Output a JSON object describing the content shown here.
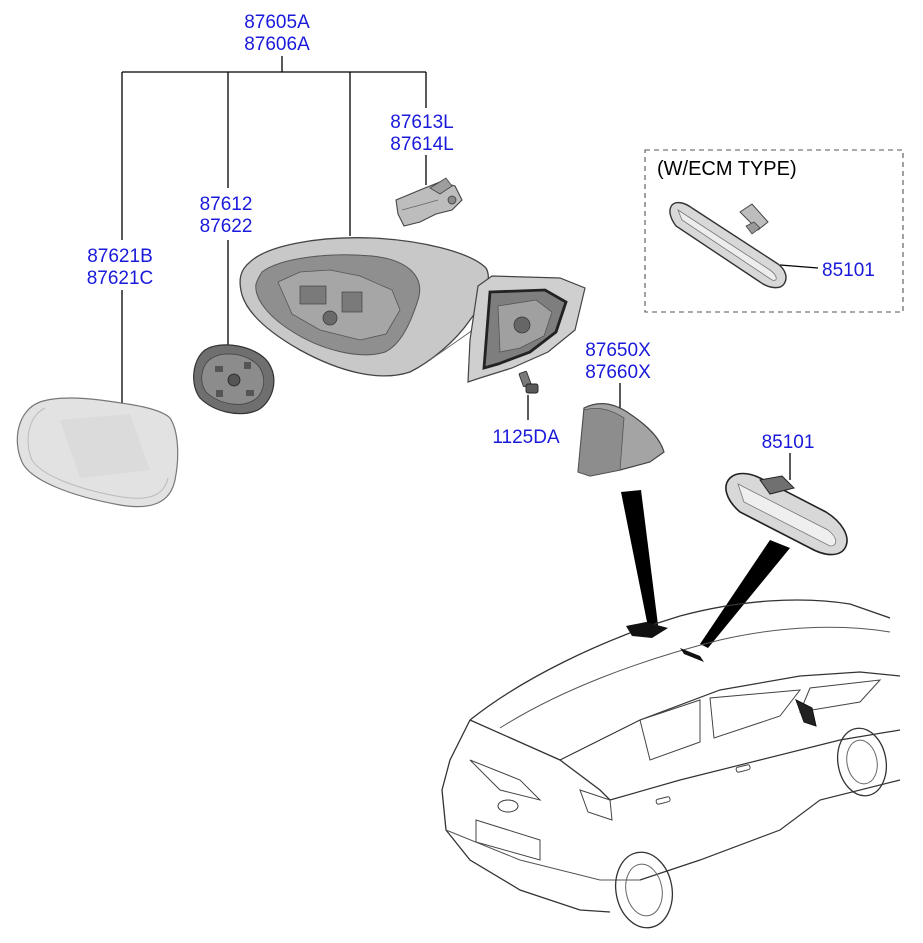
{
  "colors": {
    "part_number": "#1a1adb",
    "leader_line": "#000000",
    "part_fill": "#cfcfcf",
    "part_dark": "#8a8a8a",
    "background": "#ffffff"
  },
  "parts": {
    "outside_mirror_assy": {
      "line1": "87605A",
      "line2": "87606A"
    },
    "mirror_cover": {
      "line1": "87613L",
      "line2": "87614L"
    },
    "mirror_actuator": {
      "line1": "87612",
      "line2": "87622"
    },
    "mirror_glass": {
      "line1": "87621B",
      "line2": "87621C"
    },
    "inside_mirror_ecm": {
      "line1": "85101"
    },
    "inside_mirror": {
      "line1": "85101"
    },
    "garnish": {
      "line1": "87650X",
      "line2": "87660X"
    },
    "screw": {
      "line1": "1125DA"
    }
  },
  "callout_box": {
    "title": "(W/ECM TYPE)"
  },
  "icons": [
    "outside-mirror-housing-icon",
    "mirror-glass-icon",
    "actuator-icon",
    "cover-clip-icon",
    "screw-icon",
    "garnish-icon",
    "inside-mirror-icon",
    "vehicle-icon"
  ]
}
